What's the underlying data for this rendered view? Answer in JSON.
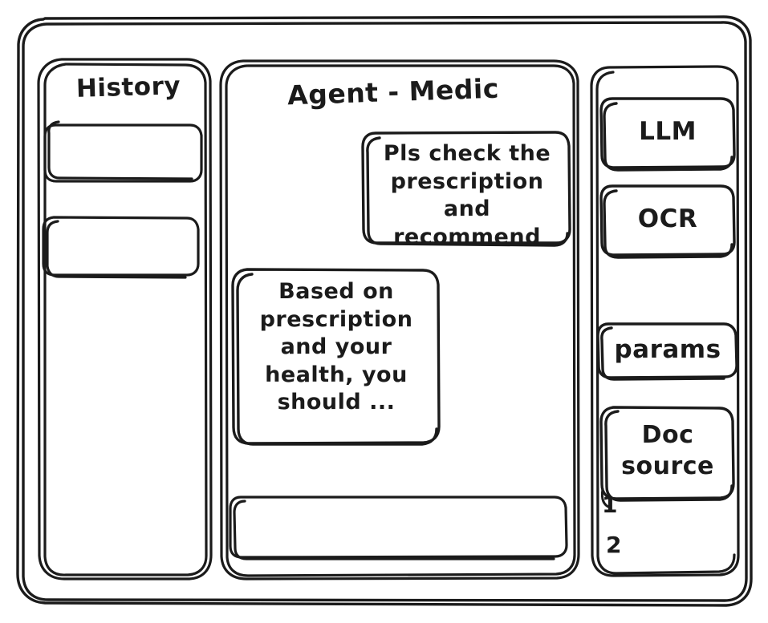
{
  "app": {
    "style": "hand-drawn-wireframe",
    "stroke_color": "#1b1b1b",
    "background_color": "#ffffff"
  },
  "sidebar_left": {
    "title": "History",
    "items": [
      {
        "label": "",
        "name": "history-item-1"
      },
      {
        "label": "",
        "name": "history-item-2"
      }
    ]
  },
  "main": {
    "title": "Agent - Medic",
    "messages": [
      {
        "role": "user",
        "text": "Pls check the\nprescription\nand recommend"
      },
      {
        "role": "agent",
        "text": "Based on\nprescription\nand your\nhealth, you\nshould ..."
      }
    ],
    "composer": {
      "value": "",
      "placeholder": ""
    }
  },
  "sidebar_right": {
    "tools": [
      {
        "label": "LLM",
        "name": "tool-llm"
      },
      {
        "label": "OCR",
        "name": "tool-ocr"
      }
    ],
    "params": {
      "label": "params"
    },
    "doc_source": {
      "label": "Doc\nsource",
      "list": [
        {
          "marker": "1"
        },
        {
          "marker": "2"
        }
      ]
    }
  }
}
